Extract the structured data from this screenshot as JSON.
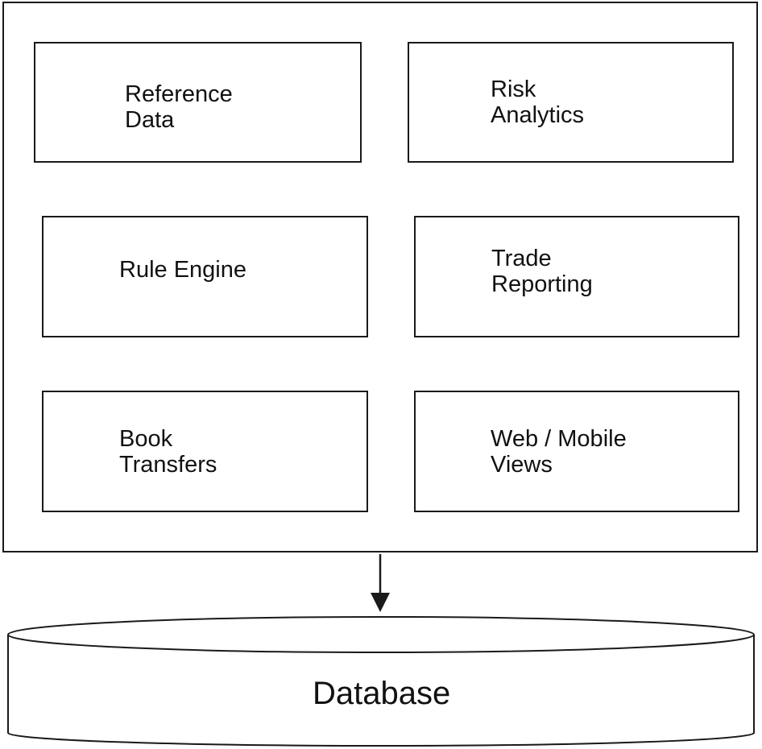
{
  "modules": {
    "reference_data": {
      "lines": [
        "Reference",
        "Data"
      ]
    },
    "risk_analytics": {
      "lines": [
        "Risk",
        "Analytics"
      ]
    },
    "rule_engine": {
      "lines": [
        "Rule Engine"
      ]
    },
    "trade_reporting": {
      "lines": [
        "Trade",
        "Reporting"
      ]
    },
    "book_transfers": {
      "lines": [
        "Book",
        "Transfers"
      ]
    },
    "web_mobile": {
      "lines": [
        "Web / Mobile",
        "Views"
      ]
    }
  },
  "database": {
    "label": "Database"
  },
  "colors": {
    "stroke": "#1a1a1a",
    "text": "#111111",
    "background": "#ffffff"
  }
}
